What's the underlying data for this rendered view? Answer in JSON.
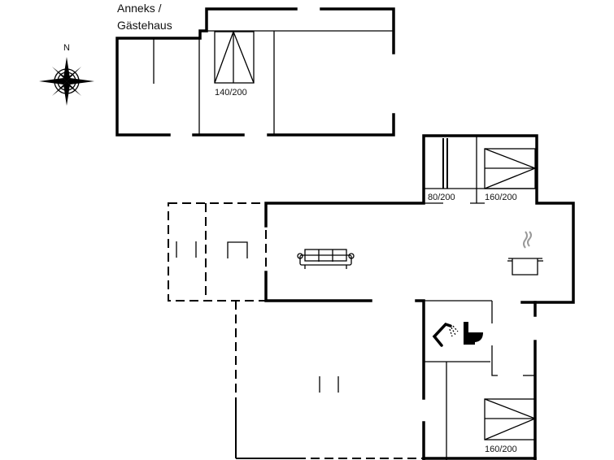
{
  "annex_label": {
    "line1": "Anneks /",
    "line2": "Gästehaus"
  },
  "compass": {
    "north_label": "N"
  },
  "beds": [
    {
      "label": "140/200"
    },
    {
      "label": "80/200"
    },
    {
      "label": "160/200"
    },
    {
      "label": "160/200"
    }
  ],
  "colors": {
    "wall": "#000000",
    "steam": "#999999"
  }
}
